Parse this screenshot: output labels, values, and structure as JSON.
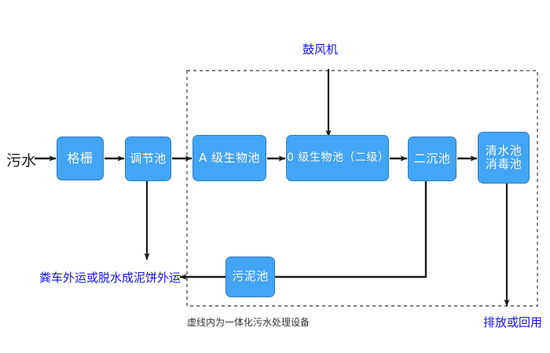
{
  "diagram": {
    "title_label": "鼓风机",
    "source_label": "污水",
    "caption": "虚线内为一体化污水处理设备",
    "dashed_region_name": "一体化污水处理设备",
    "colors": {
      "node_fill": "#42A5F5",
      "node_border": "#2E7BC4",
      "node_text": "#FFFFFF",
      "arrow": "#1a1a1a",
      "blue_text": "#1111EE",
      "caption_text": "#333333",
      "background": "#FFFFFF"
    },
    "nodes": [
      {
        "id": "grid",
        "label": "格栅"
      },
      {
        "id": "regulate",
        "label": "调节池"
      },
      {
        "id": "bio_a",
        "label": "A 级生物池"
      },
      {
        "id": "bio_o",
        "label": "0 级生物池（二级）"
      },
      {
        "id": "settle2",
        "label": "二沉池"
      },
      {
        "id": "clearwater",
        "label": "清水池\n消毒池"
      },
      {
        "id": "sludge",
        "label": "污泥池"
      }
    ],
    "outputs": [
      {
        "id": "sludge_out",
        "label": "粪车外运或脱水成泥饼外运"
      },
      {
        "id": "effluent_out",
        "label": "排放或回用"
      }
    ]
  }
}
